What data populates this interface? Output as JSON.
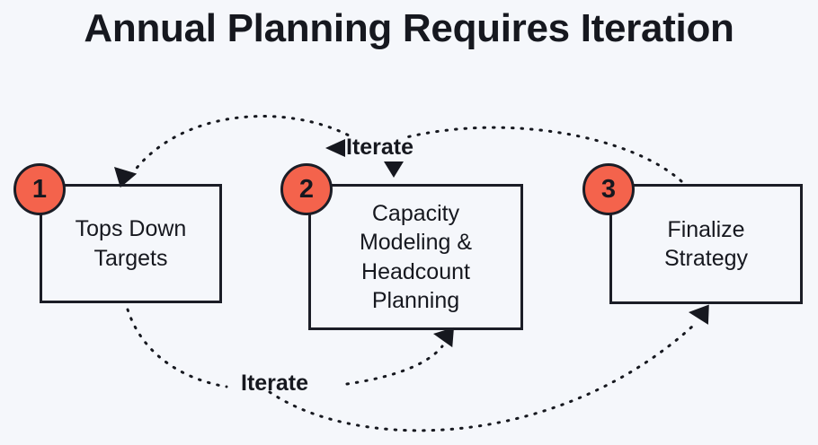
{
  "diagram": {
    "title": "Annual Planning Requires\nIteration",
    "background_color": "#F5F7FB",
    "accent_color": "#F4634C",
    "stroke_color": "#1B1D26",
    "text_color": "#16181F",
    "nodes": [
      {
        "number": "1",
        "label": "Tops Down\nTargets"
      },
      {
        "number": "2",
        "label": "Capacity\nModeling &\nHeadcount\nPlanning"
      },
      {
        "number": "3",
        "label": "Finalize\nStrategy"
      }
    ],
    "edge_labels": [
      {
        "text": "Iterate"
      },
      {
        "text": "Iterate"
      }
    ]
  }
}
